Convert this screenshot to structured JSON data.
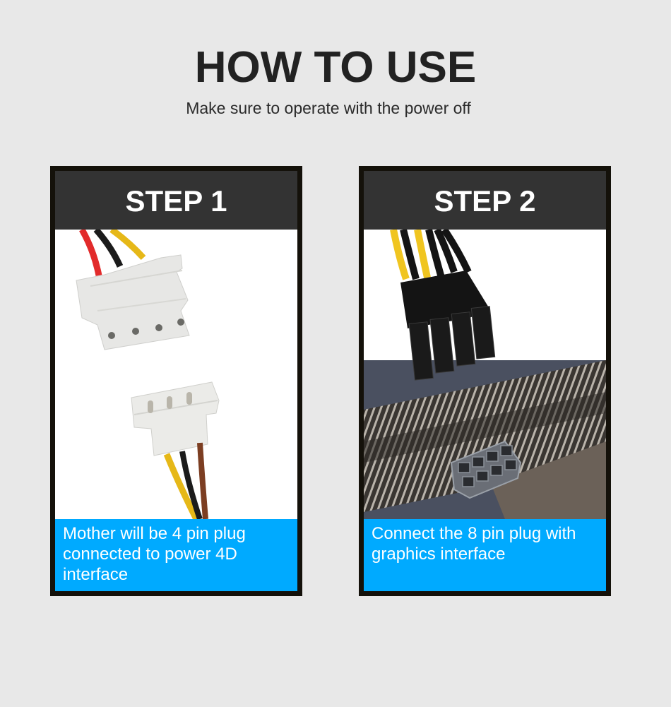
{
  "header": {
    "title": "HOW TO USE",
    "subtitle": "Make sure to operate with the power off"
  },
  "steps": [
    {
      "label": "STEP 1",
      "image": "molex-4-pin-connector-pair",
      "caption": "Mother will be 4 pin plug connected to power 4D interface"
    },
    {
      "label": "STEP 2",
      "image": "8-pin-pcie-plug-into-graphics-card",
      "caption": "Connect the 8 pin plug with graphics interface"
    }
  ],
  "colors": {
    "background": "#e8e8e8",
    "card_border": "#14110a",
    "header_bar": "#333333",
    "caption_bar": "#00aaff",
    "title_text": "#222222"
  }
}
